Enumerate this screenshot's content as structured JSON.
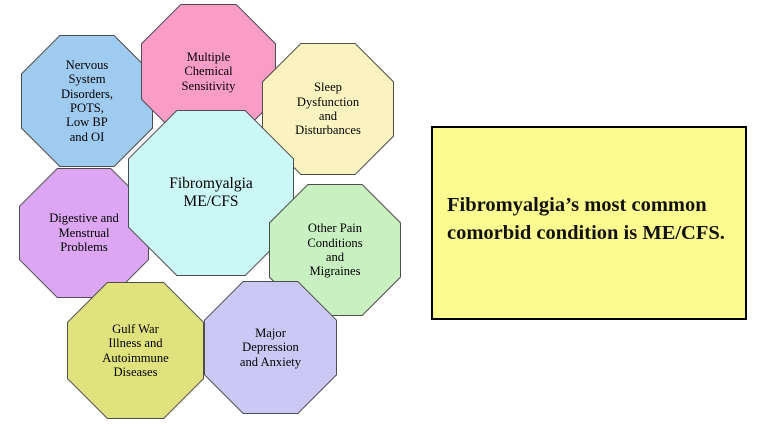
{
  "diagram": {
    "type": "concept-rosette",
    "center": {
      "label": "Fibromyalgia\nME/CFS",
      "fill": "#CCF7F7",
      "stroke": "#4d4d4d"
    },
    "satellites": [
      {
        "key": "nervous-system",
        "label": "Nervous\nSystem\nDisorders,\nPOTS,\nLow BP\nand OI",
        "fill": "#9FCBF0",
        "stroke": "#4d4d4d",
        "position": "north-west"
      },
      {
        "key": "multiple-chemical-sensitivity",
        "label": "Multiple\nChemical\nSensitivity",
        "fill": "#F99CC8",
        "stroke": "#4d4d4d",
        "position": "north"
      },
      {
        "key": "sleep-dysfunction",
        "label": "Sleep\nDysfunction\nand\nDisturbances",
        "fill": "#FAF3C0",
        "stroke": "#4d4d4d",
        "position": "north-east"
      },
      {
        "key": "digestive-menstrual",
        "label": "Digestive and\nMenstrual\nProblems",
        "fill": "#DCA6F2",
        "stroke": "#4d4d4d",
        "position": "west"
      },
      {
        "key": "other-pain-migraines",
        "label": "Other Pain\nConditions\nand\nMigraines",
        "fill": "#C9F0C0",
        "stroke": "#4d4d4d",
        "position": "east"
      },
      {
        "key": "gulf-war-autoimmune",
        "label": "Gulf War\nIllness and\nAutoimmune\nDiseases",
        "fill": "#E0E27E",
        "stroke": "#4d4d4d",
        "position": "south-west"
      },
      {
        "key": "depression-anxiety",
        "label": "Major\nDepression\nand Anxiety",
        "fill": "#CCC8F5",
        "stroke": "#4d4d4d",
        "position": "south-east"
      }
    ]
  },
  "callout": {
    "text": "Fibromyalgia’s most common\ncomorbid condition is ME/CFS.",
    "fill": "#FCFB8F",
    "border_color": "#000000",
    "text_color": "#111111"
  }
}
